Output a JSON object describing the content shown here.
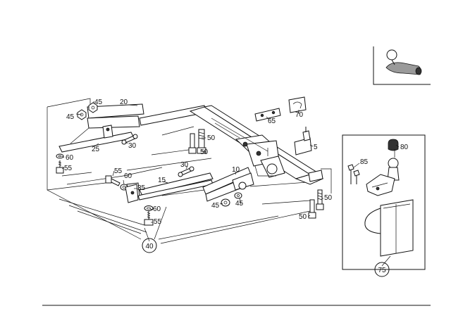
{
  "callouts": {
    "c45a": "45",
    "c45b": "45",
    "c20": "20",
    "c25": "25",
    "c30a": "30",
    "c60a": "60",
    "c55a": "55",
    "c50a": "50",
    "c50b": "50",
    "c65": "65",
    "c70": "70",
    "c5": "5",
    "c30b": "30",
    "c15": "15",
    "c55b": "55",
    "c60b": "60",
    "c35": "35",
    "c10": "10",
    "c45c": "45",
    "c45d": "45",
    "c60c": "60",
    "c55c": "55",
    "c50c": "50",
    "c50d": "50",
    "c80": "80",
    "c85": "85",
    "c40": "40",
    "c75": "75"
  },
  "colors": {
    "line": "#111111",
    "background": "#ffffff",
    "shade": "#9a9a9a"
  },
  "icons": {
    "trailer-coupling-inset": "ball-hitch-thumbnail-icon",
    "ball-head": "ball-head-icon",
    "socket": "electrical-socket-icon",
    "cover-cap": "cap-icon"
  }
}
